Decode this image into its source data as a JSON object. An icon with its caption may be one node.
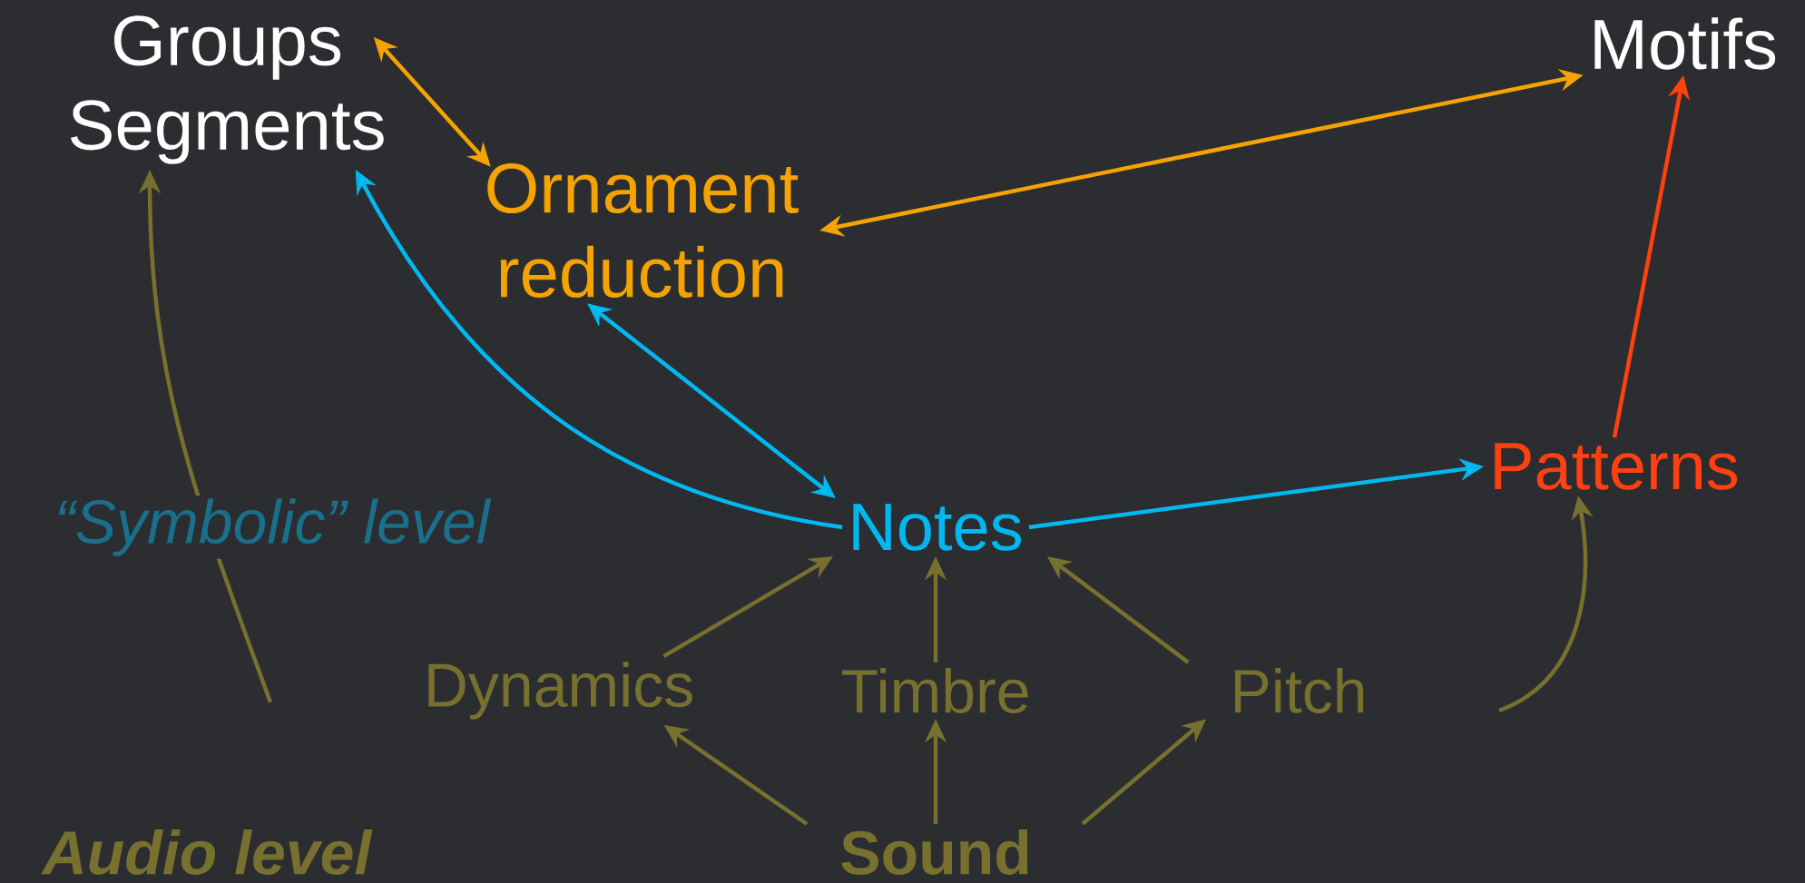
{
  "diagram": {
    "nodes": [
      {
        "text": [
          "Groups",
          "Segments"
        ]
      },
      {
        "text": [
          "Motifs"
        ]
      },
      {
        "text": [
          "Ornament reduction"
        ]
      },
      {
        "text": [
          "Patterns"
        ]
      },
      {
        "text": [
          "Notes"
        ]
      },
      {
        "text": [
          "Dynamics"
        ]
      },
      {
        "text": [
          "Timbre"
        ]
      },
      {
        "text": [
          "Pitch"
        ]
      },
      {
        "text": [
          "Sound"
        ]
      }
    ],
    "edges": [
      {
        "from": 0,
        "to": 2,
        "arrow": "both",
        "color": "#f5a300"
      },
      {
        "from": 2,
        "to": 1,
        "arrow": "both",
        "color": "#f5a300"
      },
      {
        "from": 4,
        "to": 0,
        "arrow": "to",
        "color": "#00b8f0"
      },
      {
        "from": 2,
        "to": 4,
        "arrow": "both",
        "color": "#00b8f0"
      },
      {
        "from": 4,
        "to": 3,
        "arrow": "to",
        "color": "#00b8f0"
      },
      {
        "from": 3,
        "to": 1,
        "arrow": "to",
        "color": "#ff4010"
      },
      {
        "from": 5,
        "to": 4,
        "arrow": "to"
      },
      {
        "from": 6,
        "to": 4,
        "arrow": "to"
      },
      {
        "from": 7,
        "to": 4,
        "arrow": "to"
      },
      {
        "from": 8,
        "to": 5,
        "arrow": "to"
      },
      {
        "from": 8,
        "to": 6,
        "arrow": "to"
      },
      {
        "from": 8,
        "to": 7,
        "arrow": "to"
      },
      {
        "from": null,
        "to": 0,
        "arrow": "to"
      },
      {
        "from": null,
        "to": 3,
        "arrow": "to"
      }
    ],
    "labels": [
      "“Symbolic” level",
      "Audio level"
    ]
  }
}
